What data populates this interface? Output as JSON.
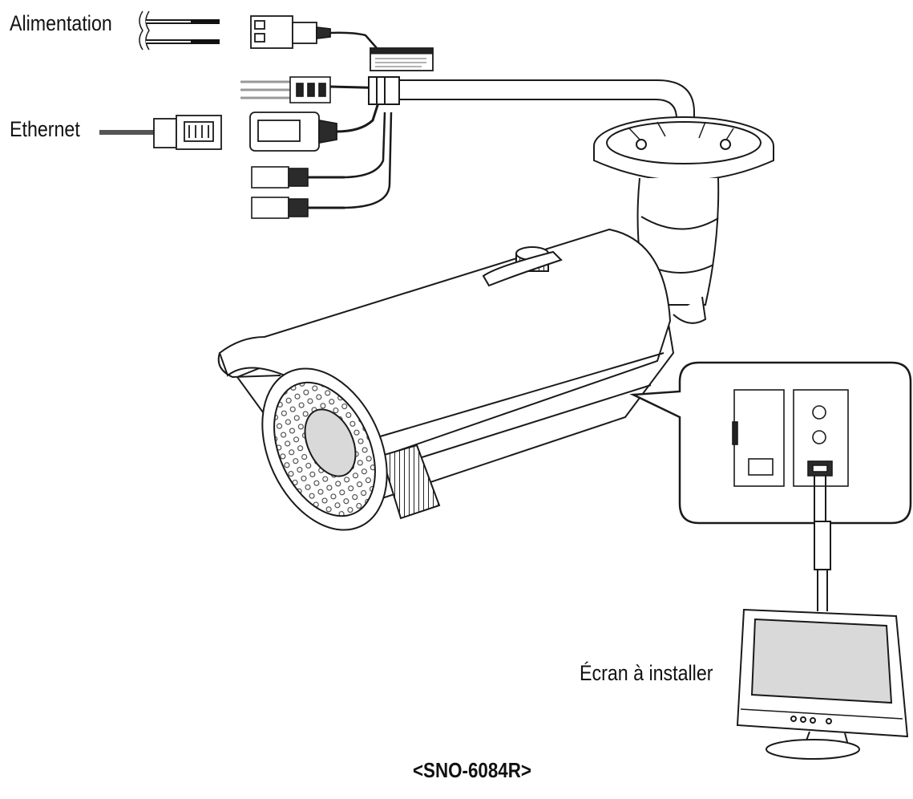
{
  "labels": {
    "power": "Alimentation",
    "ethernet": "Ethernet",
    "monitor": "Écran à installer",
    "model": "<SNO-6084R>"
  },
  "colors": {
    "line": "#1a1a1a",
    "fill": "#ffffff",
    "shade": "#d9d9d9",
    "dark": "#2b2b2b"
  },
  "icons": {
    "power_wires": "dc-power-wires-icon",
    "power_connector": "terminal-block-connector-icon",
    "rj45": "rj45-plug-icon",
    "camera": "bullet-camera-icon",
    "monitor": "lcd-monitor-icon"
  }
}
